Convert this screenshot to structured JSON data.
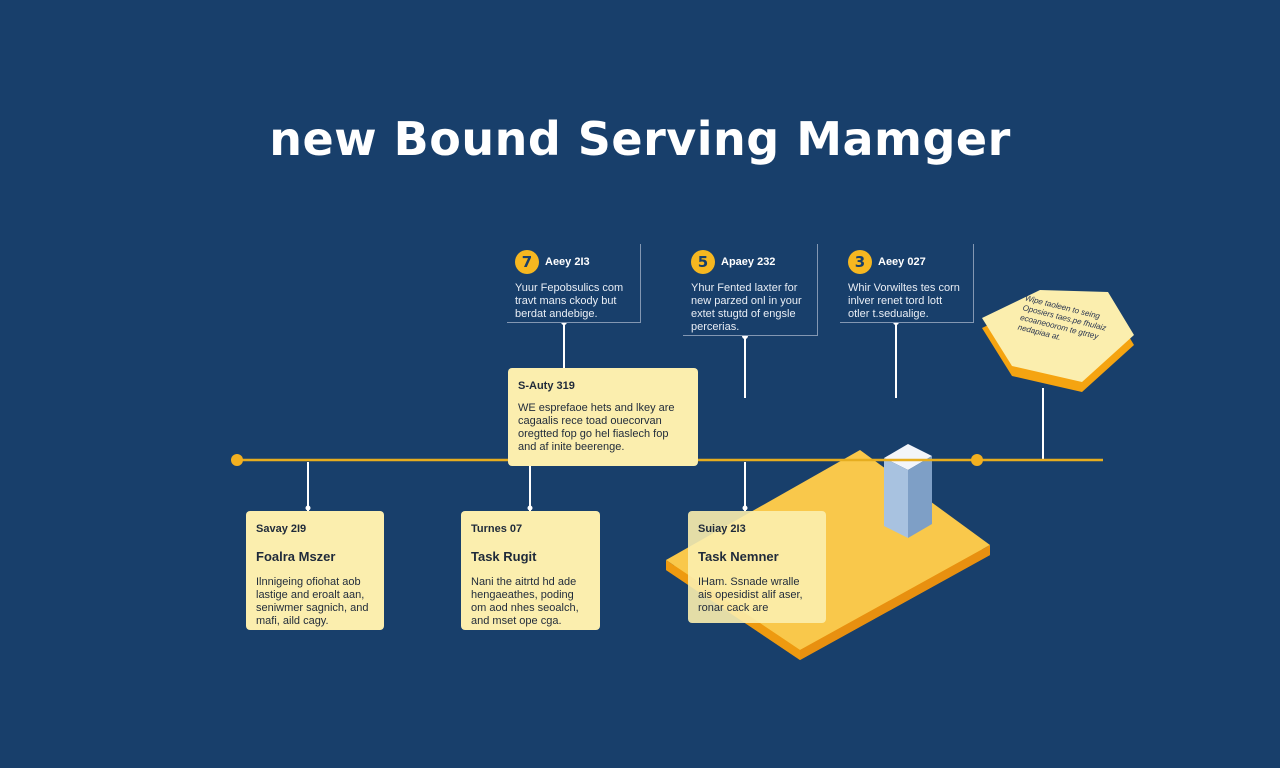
{
  "title": "new Bound Serving Mamger",
  "colors": {
    "background": "#183f6b",
    "accent": "#f6b720",
    "card_light": "#fbeeae",
    "timeline": "#e6ad1f"
  },
  "top_cards": [
    {
      "badge": "7",
      "date": "Aeey 2I3",
      "text": "Yuur Fepobsulics com travt mans ckody but berdat andebige."
    },
    {
      "badge": "5",
      "date": "Apaey 232",
      "text": "Yhur Fented laxter for new parzed onl in your extet stugtd of engsle percerias."
    },
    {
      "badge": "3",
      "date": "Aeey 027",
      "text": "Whir Vorwiltes tes corn inlver renet tord lott otler t.sedualige."
    }
  ],
  "center_card": {
    "date": "S-Auty 319",
    "text": "WE esprefaoe hets and lkey are cagaalis rece toad ouecorvan oregtted fop go hel fiaslech fop and af inite beerenge."
  },
  "bottom_cards": [
    {
      "date": "Savay 2I9",
      "heading": "Foalra Mszer",
      "text": "Ilnnigeing ofiohat aob lastige and eroalt aan, seniwmer sagnich, and mafi, aild cagy."
    },
    {
      "date": "Turnes 07",
      "heading": "Task Rugit",
      "text": "Nani the aitrtd hd ade hengaeathes, poding om aod nhes seoalch, and mset ope cga."
    },
    {
      "date": "Suiay 2I3",
      "heading": "Task Nemner",
      "text": "IHam. Ssnade wralle ais opesidist alif aser, ronar cack are"
    }
  ],
  "hex_card": {
    "text": "Wipe taoleen to seing Oposiers taes.pe fhulaiz ecoaneoorom te gtrtey nedapiaa at."
  }
}
